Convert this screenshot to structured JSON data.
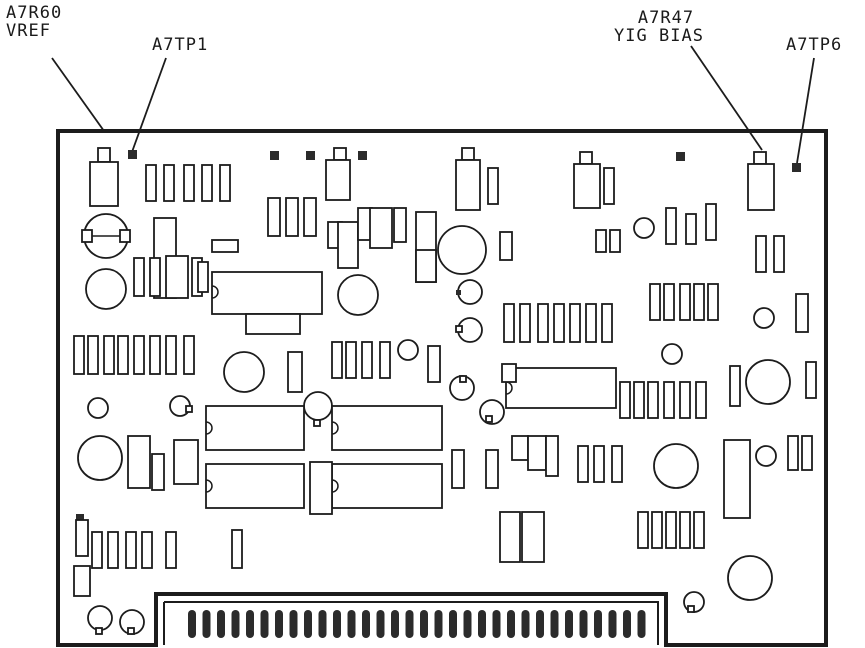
{
  "labels": {
    "r60_ref": "A7R60",
    "r60_name": "VREF",
    "tp1": "A7TP1",
    "r47_ref": "A7R47",
    "r47_name": "YIG BIAS",
    "tp6": "A7TP6"
  }
}
